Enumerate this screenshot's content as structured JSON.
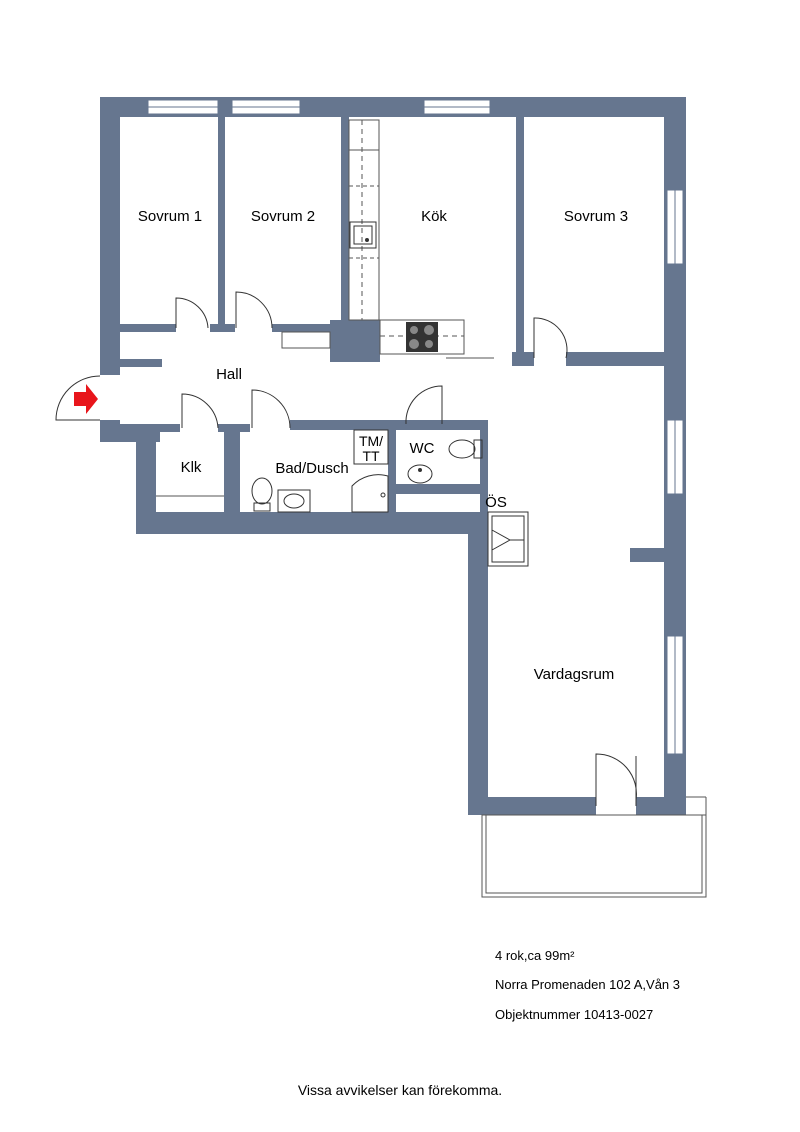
{
  "rooms": {
    "sovrum1": "Sovrum 1",
    "sovrum2": "Sovrum 2",
    "kok": "Kök",
    "sovrum3": "Sovrum 3",
    "hall": "Hall",
    "klk": "Klk",
    "bad": "Bad/Dusch",
    "tm": "TM/",
    "tt": "TT",
    "wc": "WC",
    "os": "ÖS",
    "vardagsrum": "Vardagsrum"
  },
  "info": {
    "size": "4 rok,ca 99m²",
    "address": "Norra Promenaden 102 A,Vån 3",
    "object": "Objektnummer 10413-0027"
  },
  "disclaimer": "Vissa avvikelser kan förekomma.",
  "colors": {
    "wall": "#66768f",
    "entrance_arrow": "#e8151b"
  }
}
